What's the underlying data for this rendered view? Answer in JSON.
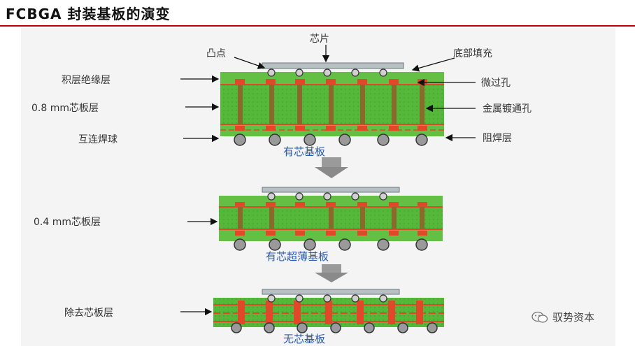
{
  "title": "FCBGA 封装基板的演变",
  "labels": {
    "chip": "芯片",
    "bump": "凸点",
    "underfill": "底部填充",
    "buildup": "积层绝缘层",
    "microvia": "微过孔",
    "core08": "0.8 mm芯板层",
    "pth": "金属镀通孔",
    "solderball": "互连焊球",
    "soldermask": "阻焊层",
    "core04": "0.4 mm芯板层",
    "removecore": "除去芯板层"
  },
  "captions": {
    "cored": "有芯基板",
    "thin": "有芯超薄基板",
    "coreless": "无芯基板"
  },
  "watermark": "驭势资本",
  "colors": {
    "accent_rule": "#c00000",
    "substrate_green": "#55b83a",
    "copper_red": "#e0482a",
    "via_brown": "#8a6a2a",
    "caption_blue": "#2a5aa8"
  }
}
